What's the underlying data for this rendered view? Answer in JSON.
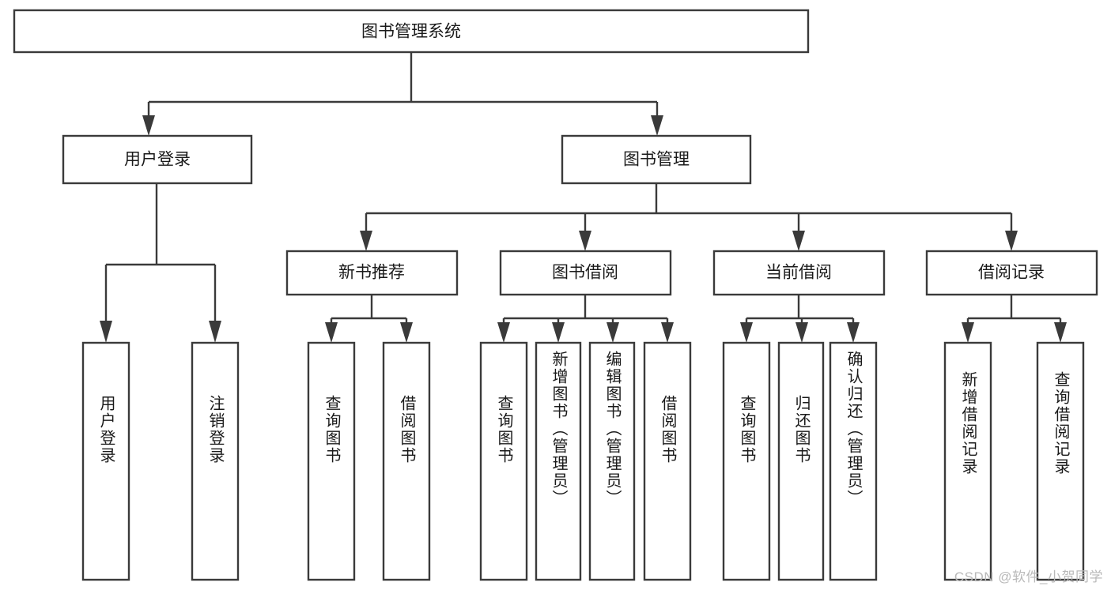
{
  "diagram": {
    "title": "图书管理系统",
    "type": "hierarchy-tree",
    "orientation": "top-down",
    "watermark": "CSDN @软件_小贺同学",
    "colors": {
      "box_stroke": "#3a3a3a",
      "box_fill": "#ffffff",
      "text": "#1a1a1a",
      "background": "#ffffff",
      "watermark": "#b9b9b9"
    },
    "levels": {
      "root": {
        "label": "图书管理系统"
      },
      "level1": [
        {
          "label": "用户登录"
        },
        {
          "label": "图书管理"
        }
      ],
      "level2": [
        {
          "label": "新书推荐",
          "parent": "图书管理"
        },
        {
          "label": "图书借阅",
          "parent": "图书管理"
        },
        {
          "label": "当前借阅",
          "parent": "图书管理"
        },
        {
          "label": "借阅记录",
          "parent": "图书管理"
        }
      ],
      "leaves": [
        {
          "label": "用户登录",
          "parent": "用户登录"
        },
        {
          "label": "注销登录",
          "parent": "用户登录"
        },
        {
          "label": "查询图书",
          "parent": "新书推荐"
        },
        {
          "label": "借阅图书",
          "parent": "新书推荐"
        },
        {
          "label": "查询图书",
          "parent": "图书借阅"
        },
        {
          "label": "新增图书（管理员）",
          "parent": "图书借阅"
        },
        {
          "label": "编辑图书（管理员）",
          "parent": "图书借阅"
        },
        {
          "label": "借阅图书",
          "parent": "图书借阅"
        },
        {
          "label": "查询图书",
          "parent": "当前借阅"
        },
        {
          "label": "归还图书",
          "parent": "当前借阅"
        },
        {
          "label": "确认归还（管理员）",
          "parent": "当前借阅"
        },
        {
          "label": "新增借阅记录",
          "parent": "借阅记录"
        },
        {
          "label": "查询借阅记录",
          "parent": "借阅记录"
        }
      ]
    }
  }
}
